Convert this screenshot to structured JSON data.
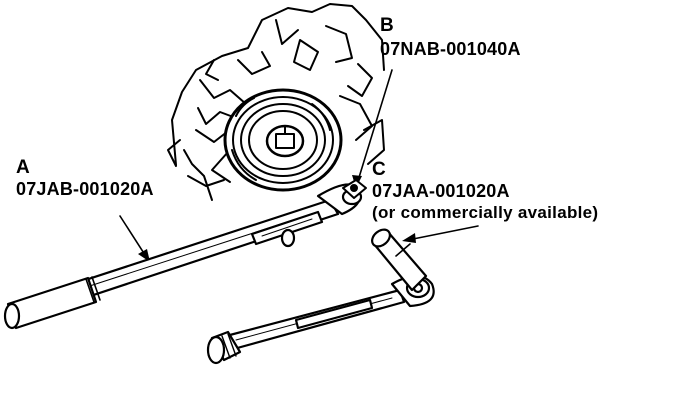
{
  "callouts": {
    "a": {
      "letter": "A",
      "part_number": "07JAB-001020A"
    },
    "b": {
      "letter": "B",
      "part_number": "07NAB-001040A"
    },
    "c": {
      "letter": "C",
      "part_number": "07JAA-001020A",
      "note": "(or commercially available)"
    }
  },
  "colors": {
    "ink": "#000000",
    "paper": "#ffffff"
  }
}
